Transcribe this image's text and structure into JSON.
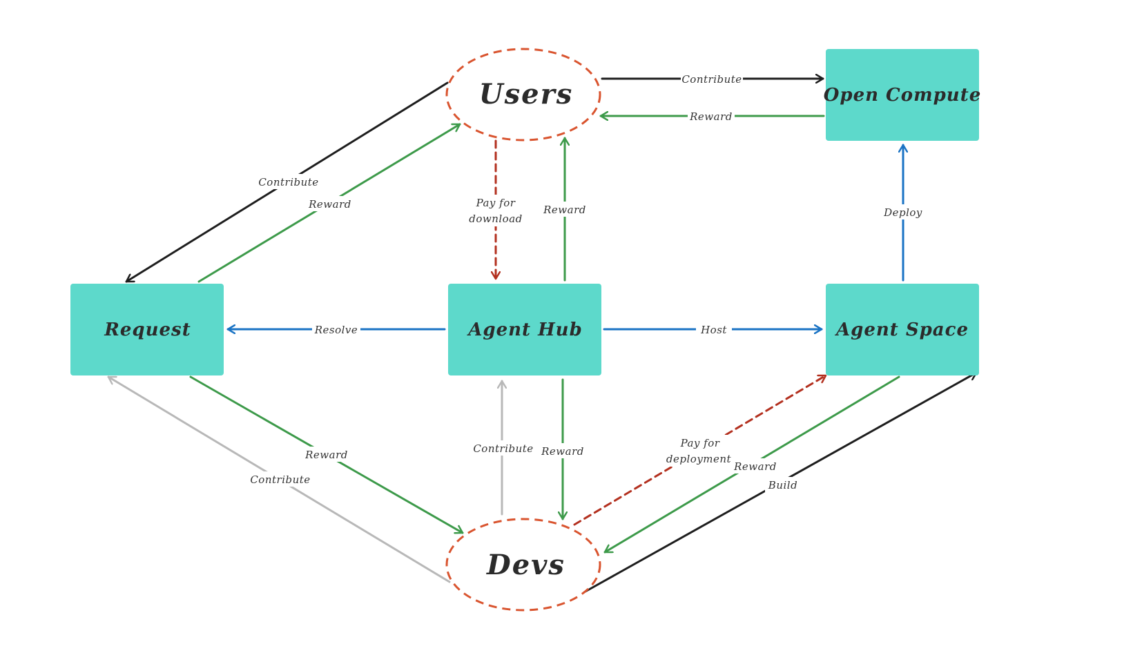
{
  "colors": {
    "box_fill": "#5dd9cb",
    "ellipse_stroke": "#d9542f",
    "black": "#1e1e1e",
    "green": "#3d9a4a",
    "blue": "#1a73c4",
    "grey": "#b8b8b8",
    "red_dashed": "#b3301f"
  },
  "nodes": {
    "users": "Users",
    "open_compute": "Open Compute",
    "request": "Request",
    "agent_hub": "Agent Hub",
    "agent_space": "Agent Space",
    "devs": "Devs"
  },
  "edges": {
    "users_to_open_compute": "Contribute",
    "open_compute_to_users": "Reward",
    "users_to_request": "Contribute",
    "request_to_users": "Reward",
    "users_to_agent_hub": [
      "Pay for",
      "download"
    ],
    "agent_hub_to_users": "Reward",
    "agent_space_to_open_compute": "Deploy",
    "agent_hub_to_request": "Resolve",
    "agent_hub_to_agent_space": "Host",
    "request_to_devs": "Reward",
    "devs_to_request": "Contribute",
    "devs_to_agent_hub": "Contribute",
    "agent_hub_to_devs": "Reward",
    "devs_to_agent_space_pay": [
      "Pay for",
      "deployment"
    ],
    "agent_space_to_devs": "Reward",
    "devs_to_agent_space_build": "Build"
  }
}
